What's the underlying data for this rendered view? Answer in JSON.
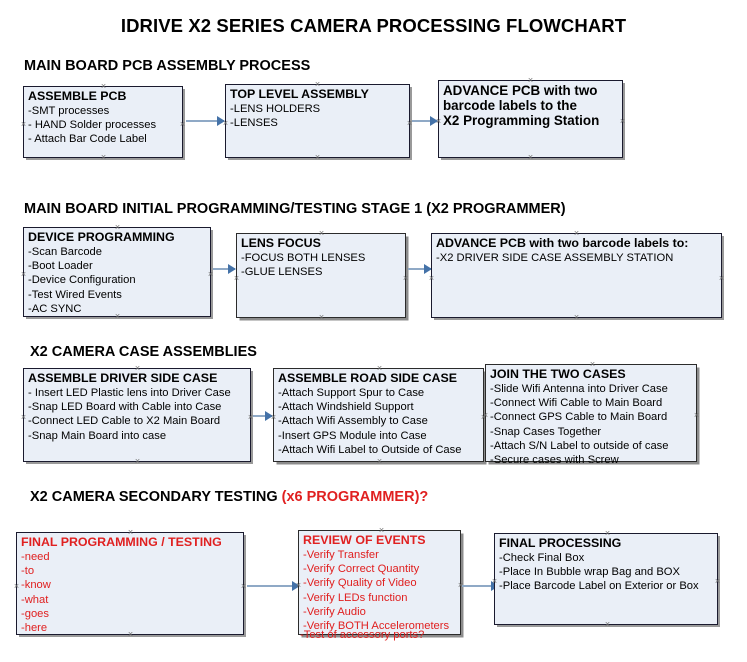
{
  "document": {
    "title": "IDRIVE X2  SERIES CAMERA PROCESSING FLOWCHART"
  },
  "colors": {
    "box_fill": "#eaeff7",
    "box_border": "#1a1a2e",
    "connector": "#8fa9c6",
    "arrowhead": "#4472a8",
    "red_text": "#e02020",
    "black_text": "#000000"
  },
  "sections": [
    {
      "heading": "MAIN BOARD PCB ASSEMBLY PROCESS",
      "heading_red_suffix": "",
      "boxes": [
        {
          "title": "ASSEMBLE PCB",
          "lines": [
            "-SMT processes",
            "- HAND Solder processes",
            "- Attach Bar Code Label"
          ]
        },
        {
          "title": "TOP LEVEL ASSEMBLY",
          "lines": [
            "-LENS HOLDERS",
            "-LENSES"
          ]
        },
        {
          "title": "ADVANCE PCB with two",
          "lines": [
            "barcode labels to the",
            " X2 Programming Station"
          ]
        }
      ]
    },
    {
      "heading": "MAIN BOARD INITIAL PROGRAMMING/TESTING STAGE 1 (X2 PROGRAMMER)",
      "heading_red_suffix": "",
      "boxes": [
        {
          "title": "DEVICE PROGRAMMING",
          "lines": [
            "-Scan Barcode",
            "-Boot Loader",
            "-Device Configuration",
            "-Test Wired Events",
            "-AC SYNC"
          ]
        },
        {
          "title": "LENS FOCUS",
          "lines": [
            "-FOCUS BOTH LENSES",
            "-GLUE LENSES"
          ]
        },
        {
          "title": "ADVANCE PCB with two barcode labels to:",
          "lines": [
            "-X2 DRIVER  SIDE  CASE  ASSEMBLY STATION"
          ]
        }
      ]
    },
    {
      "heading": "X2 CAMERA CASE ASSEMBLIES",
      "heading_red_suffix": "",
      "boxes": [
        {
          "title": "ASSEMBLE DRIVER SIDE CASE",
          "lines": [
            "- Insert LED Plastic lens into Driver Case",
            "-Snap LED Board with Cable into Case",
            "-Connect LED Cable to X2 Main Board",
            "-Snap Main Board into case"
          ]
        },
        {
          "title": "ASSEMBLE ROAD SIDE CASE",
          "lines": [
            "-Attach Support Spur to Case",
            "-Attach Windshield Support",
            "-Attach Wifi Assembly to Case",
            "-Insert GPS Module into Case",
            "-Attach Wifi Label to Outside of Case"
          ]
        },
        {
          "title": "JOIN THE TWO CASES",
          "lines": [
            "-Slide Wifi Antenna into Driver Case",
            "-Connect Wifi Cable to Main Board",
            "-Connect GPS Cable to Main Board",
            "-Snap Cases Together",
            "-Attach S/N Label to outside of case",
            "-Secure cases with Screw"
          ]
        }
      ]
    },
    {
      "heading": "X2 CAMERA SECONDARY TESTING ",
      "heading_red_suffix": "(x6 PROGRAMMER)?",
      "boxes": [
        {
          "title": "FINAL PROGRAMMING / TESTING",
          "lines": [
            "-need",
            "-to",
            "-know",
            "-what",
            "-goes",
            "-here"
          ]
        },
        {
          "title": "REVIEW OF EVENTS",
          "lines": [
            "-Verify Transfer",
            "-Verify Correct Quantity",
            "-Verify Quality of Video",
            "-Verify LEDs function",
            "-Verify Audio",
            "-Verify BOTH Accelerometers"
          ],
          "overflow_line": "-Test of accessory ports?"
        },
        {
          "title": "FINAL PROCESSING",
          "lines": [
            " -Check Final Box",
            "-Place In Bubble wrap Bag and BOX",
            "-Place Barcode Label on Exterior or Box"
          ]
        }
      ]
    }
  ]
}
